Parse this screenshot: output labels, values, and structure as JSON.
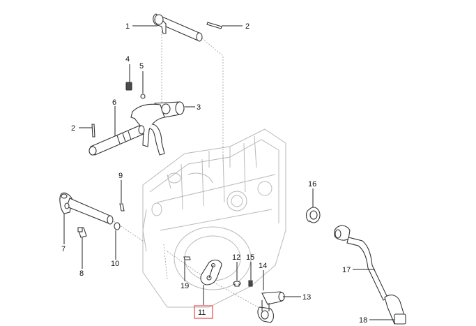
{
  "callouts": [
    {
      "id": "c1",
      "label": "1"
    },
    {
      "id": "c2a",
      "label": "2"
    },
    {
      "id": "c2b",
      "label": "2"
    },
    {
      "id": "c3",
      "label": "3"
    },
    {
      "id": "c4",
      "label": "4"
    },
    {
      "id": "c5",
      "label": "5"
    },
    {
      "id": "c6",
      "label": "6"
    },
    {
      "id": "c7",
      "label": "7"
    },
    {
      "id": "c8",
      "label": "8"
    },
    {
      "id": "c9",
      "label": "9"
    },
    {
      "id": "c10",
      "label": "10"
    },
    {
      "id": "c11",
      "label": "11"
    },
    {
      "id": "c12",
      "label": "12"
    },
    {
      "id": "c13",
      "label": "13"
    },
    {
      "id": "c14",
      "label": "14"
    },
    {
      "id": "c15",
      "label": "15"
    },
    {
      "id": "c16",
      "label": "16"
    },
    {
      "id": "c17",
      "label": "17"
    },
    {
      "id": "c18",
      "label": "18"
    },
    {
      "id": "c19",
      "label": "19"
    }
  ],
  "highlighted_callout": "11",
  "colors": {
    "highlight": "#e8474c",
    "ink": "#222222",
    "ghost": "#b9b9b9"
  }
}
